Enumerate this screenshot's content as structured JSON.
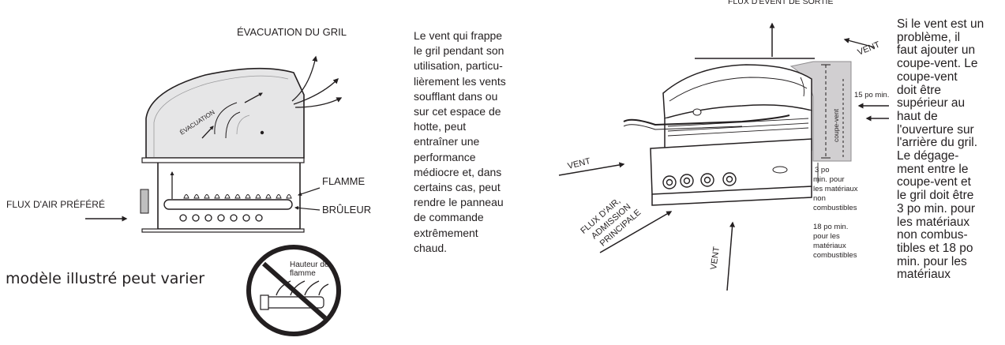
{
  "left_diagram": {
    "exhaust_label": "ÉVACUATION DU GRIL",
    "hood_label": "ÉVACUATION",
    "flame_label": "FLAMME",
    "burner_label": "BRÛLEUR",
    "airflow_label": "FLUX D'AIR PRÉFÉRÉ",
    "caption": "modèle illustré peut varier",
    "prohibited_label_line1": "Hauteur de",
    "prohibited_label_line2": "flamme"
  },
  "middle_text": {
    "lines": [
      "Le vent qui frappe",
      "le gril pendant son",
      "utilisation, particu-",
      "lièrement les vents",
      "soufflant dans ou",
      "sur cet espace de",
      "hotte, peut",
      "entraîner une",
      "performance",
      "médiocre et, dans",
      "certains cas, peut",
      "rendre le panneau",
      "de commande",
      "extrêmement",
      "chaud."
    ]
  },
  "right_diagram": {
    "top_label": "FLUX D'ÉVENT DE SORTIE",
    "wind_top": "VENT",
    "wind_left": "VENT",
    "wind_bottom": "VENT",
    "main_intake_line1": "FLUX D'AIR,",
    "main_intake_line2": "ADMISSION",
    "main_intake_line3": "PRINCIPALE",
    "windbreak_label": "coupe-vent",
    "height_label": "15 po min.",
    "clearance_noncomb_lines": [
      "3 po",
      "min. pour",
      "les matériaux",
      "non",
      "combustibles"
    ],
    "clearance_comb_lines": [
      "18 po min.",
      "pour les",
      "matériaux",
      "combustibles"
    ]
  },
  "right_text": {
    "lines": [
      "Si le vent est un",
      "problème, il",
      "faut ajouter un",
      "coupe-vent. Le",
      "coupe-vent",
      "doit être",
      "supérieur au",
      "haut de",
      "l'ouverture sur",
      "l'arrière du gril.",
      "Le dégage-",
      "ment entre le",
      "coupe-vent et",
      "le gril doit être",
      "3 po min. pour",
      "les matériaux",
      "non combus-",
      "tibles et 18 po",
      "min. pour les",
      "matériaux"
    ]
  }
}
